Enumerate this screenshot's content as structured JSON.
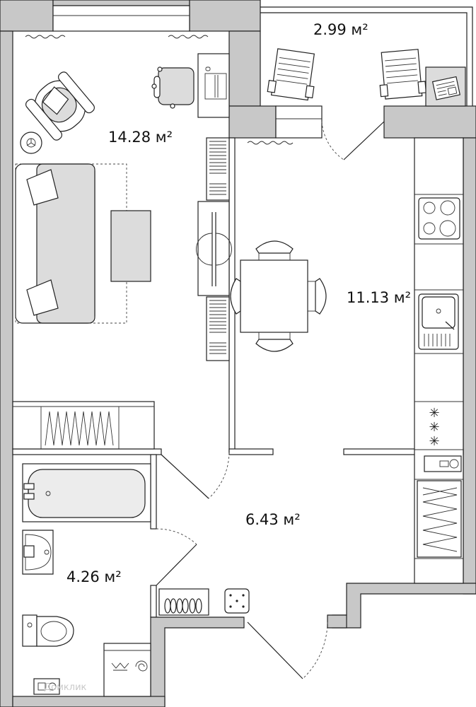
{
  "rooms": [
    {
      "id": "balcony",
      "area": "2.99 м²"
    },
    {
      "id": "living",
      "area": "14.28 м²"
    },
    {
      "id": "kitchen",
      "area": "11.13 м²"
    },
    {
      "id": "hall",
      "area": "6.43 м²"
    },
    {
      "id": "bathroom",
      "area": "4.26 м²"
    }
  ],
  "watermark": "Домклик",
  "colors": {
    "wall_fill": "#c8c8c8",
    "line": "#222222",
    "background": "#ffffff"
  }
}
